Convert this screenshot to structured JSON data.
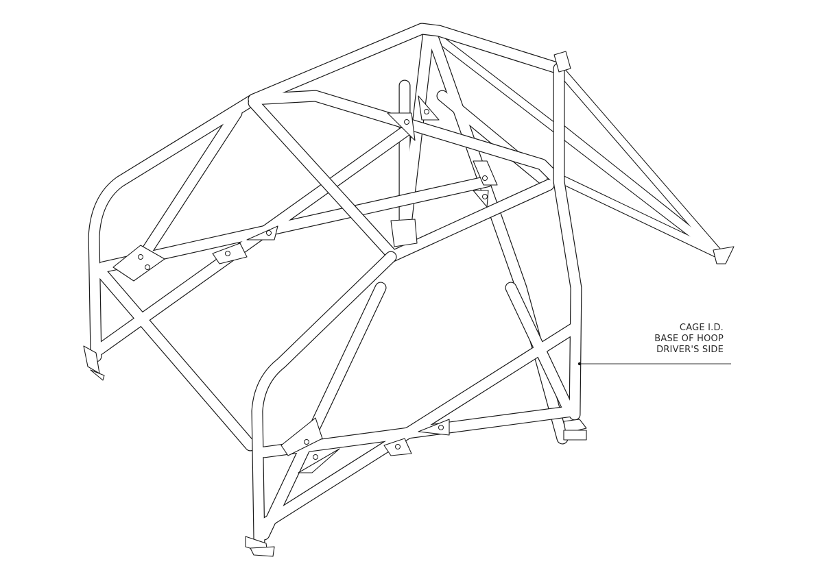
{
  "figure": {
    "subject": "roll-cage-isometric-line-drawing",
    "line_color": "#1a1a1a",
    "background": "#ffffff"
  },
  "annotation": {
    "lines": [
      "CAGE I.D.",
      "BASE OF HOOP",
      "DRIVER'S SIDE"
    ],
    "leader_color": "#333333"
  }
}
